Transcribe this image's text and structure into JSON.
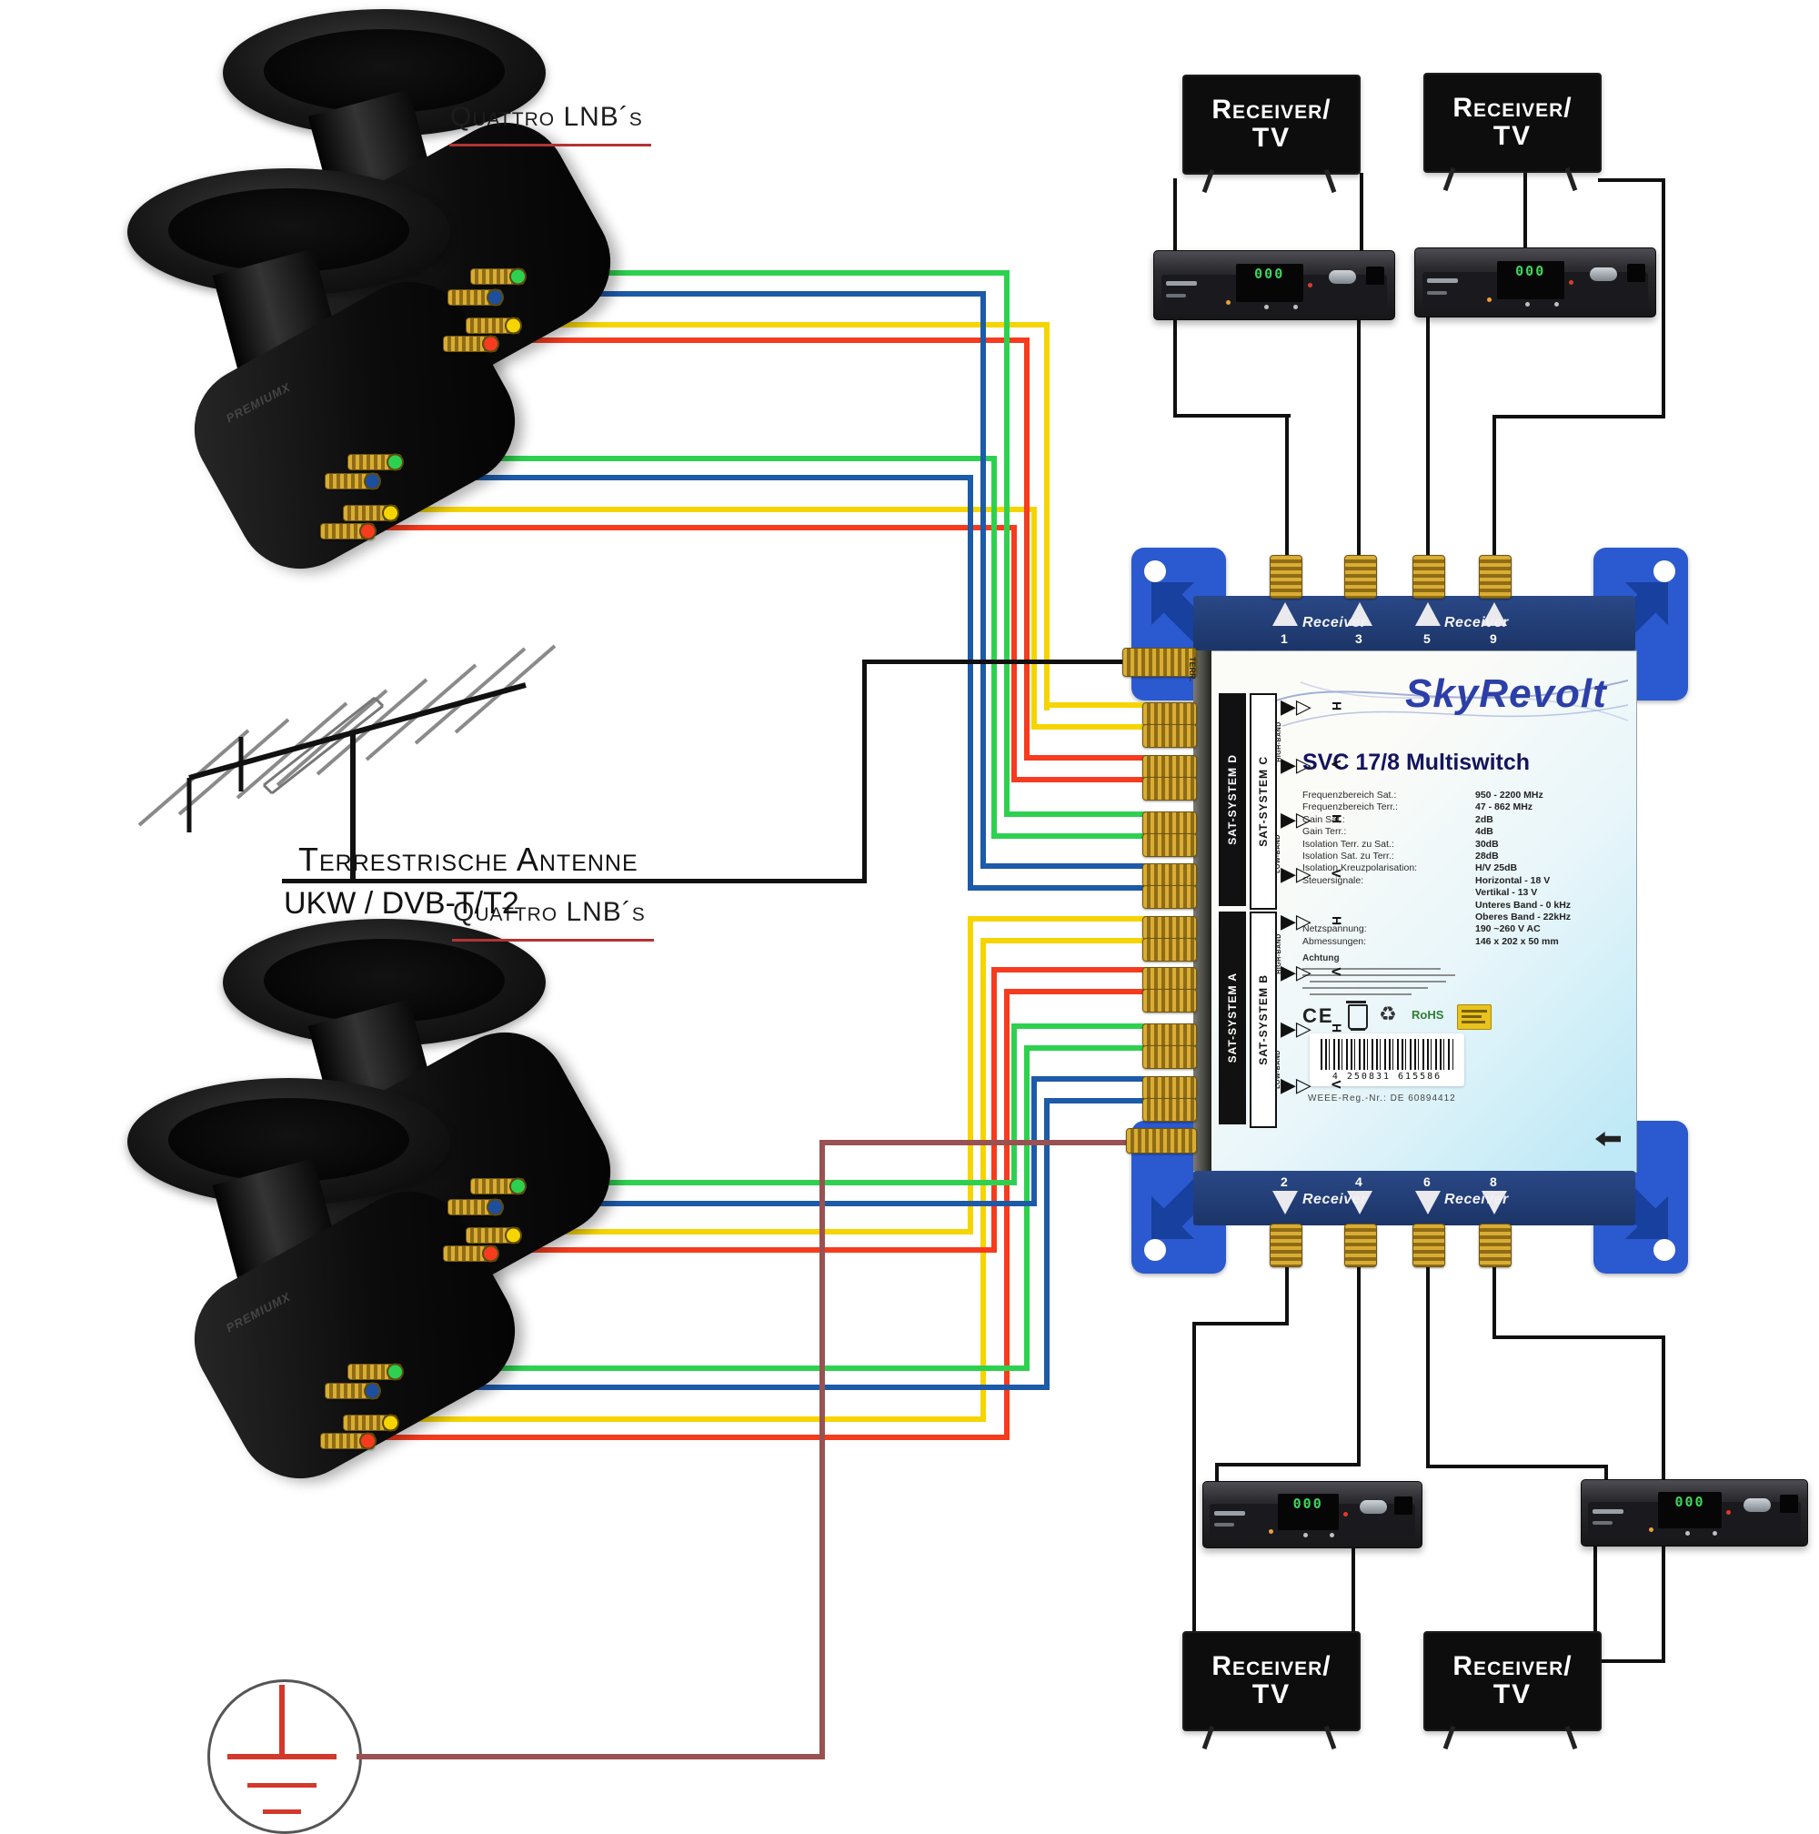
{
  "labels": {
    "quattro_top": "Quattro LNB´s",
    "quattro_bottom": "Quattro LNB´s",
    "terrestrial_title": "Terrestrische Antenne",
    "terrestrial_subtitle": "UKW / DVB-T/T2",
    "lnb_brand": "PREMIUMX"
  },
  "tv": {
    "line1": "Receiver/",
    "line2": "TV"
  },
  "stb": {
    "display": "000"
  },
  "multiswitch": {
    "brand": "SkyRevolt",
    "model": "SVC 17/8 Multiswitch",
    "terr_label": "TERR.",
    "receiver_label": "Receiver",
    "top_port_numbers": [
      "1",
      "3",
      "5",
      "9"
    ],
    "bottom_port_numbers": [
      "2",
      "4",
      "6",
      "8"
    ],
    "sat_bars": [
      {
        "text": "SAT-SYSTEM D",
        "style": "blk"
      },
      {
        "text": "SAT-SYSTEM C",
        "style": "wht"
      },
      {
        "text": "SAT-SYSTEM A",
        "style": "blk"
      },
      {
        "text": "SAT-SYSTEM B",
        "style": "wht"
      }
    ],
    "band_rows": [
      {
        "band": "HIGH-BAND",
        "pols": [
          "H",
          "V"
        ]
      },
      {
        "band": "LOW-BAND",
        "pols": [
          "H",
          "V"
        ]
      },
      {
        "band": "HIGH-BAND",
        "pols": [
          "H",
          "V"
        ]
      },
      {
        "band": "LOW-BAND",
        "pols": [
          "H",
          "V"
        ]
      }
    ],
    "specs": [
      {
        "label": "Frequenzbereich Sat.:",
        "value": "950 - 2200 MHz"
      },
      {
        "label": "Frequenzbereich Terr.:",
        "value": "47 - 862 MHz"
      },
      {
        "label": "Gain Sat.:",
        "value": "2dB"
      },
      {
        "label": "Gain Terr.:",
        "value": "4dB"
      },
      {
        "label": "Isolation Terr. zu Sat.:",
        "value": "30dB"
      },
      {
        "label": "Isolation Sat. zu Terr.:",
        "value": "28dB"
      },
      {
        "label": "Isolation Kreuzpolarisation:",
        "value": "H/V 25dB"
      },
      {
        "label": "Steuersignale:",
        "value": "Horizontal - 18 V"
      },
      {
        "label": "",
        "value": "Vertikal - 13 V"
      },
      {
        "label": "",
        "value": "Unteres Band - 0 kHz"
      },
      {
        "label": "",
        "value": "Oberes Band - 22kHz"
      },
      {
        "label": "Netzspannung:",
        "value": "190 ~260 V AC"
      },
      {
        "label": "Abmessungen:",
        "value": "146 x 202 x 50 mm"
      }
    ],
    "warning_title": "Achtung",
    "cert": {
      "ce": "CE",
      "rohs": "RoHS"
    },
    "barcode_text": "4 250831 615586",
    "weee_text": "WEEE-Reg.-Nr.: DE 60894412"
  },
  "colors": {
    "wire_yellow": "#f6d400",
    "wire_red": "#f63b1e",
    "wire_green": "#2ed14f",
    "wire_blue": "#1d5aa8",
    "wire_black": "#101010",
    "wire_ground": "#9a5151",
    "ground_symbol_red": "#d2382c",
    "switch_blue_bar": "#1c3568",
    "bracket_blue": "#2b59cf",
    "gold_connector": "#d9ad35",
    "logo_blue": "#2c3fa8"
  }
}
